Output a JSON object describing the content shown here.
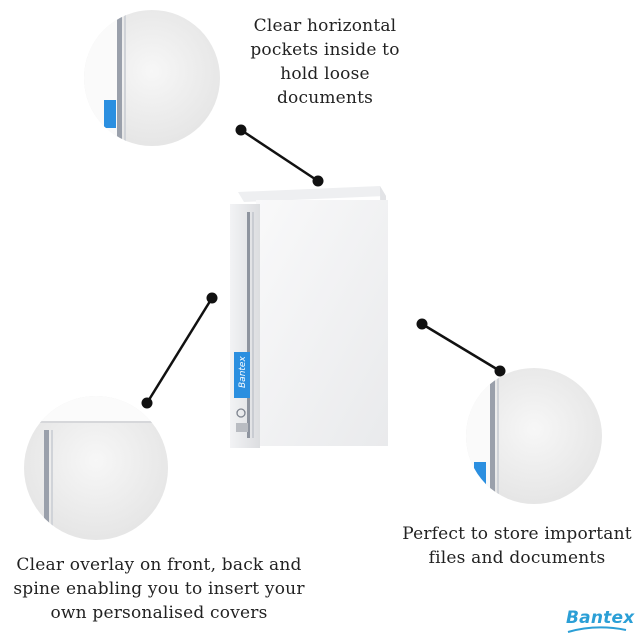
{
  "captions": {
    "top": "Clear horizontal\npockets inside to\nhold loose\ndocuments",
    "right": "Perfect to store important\nfiles and documents",
    "left": "Clear overlay on front, back and\nspine enabling you to insert your\nown personalised covers"
  },
  "product": {
    "spine_brand": "Bantex"
  },
  "brand": {
    "logo_text": "Bantex"
  },
  "colors": {
    "background": "#ffffff",
    "text": "#222222",
    "accent_blue": "#2b8fe0",
    "logo_blue": "#2b9fd6"
  }
}
